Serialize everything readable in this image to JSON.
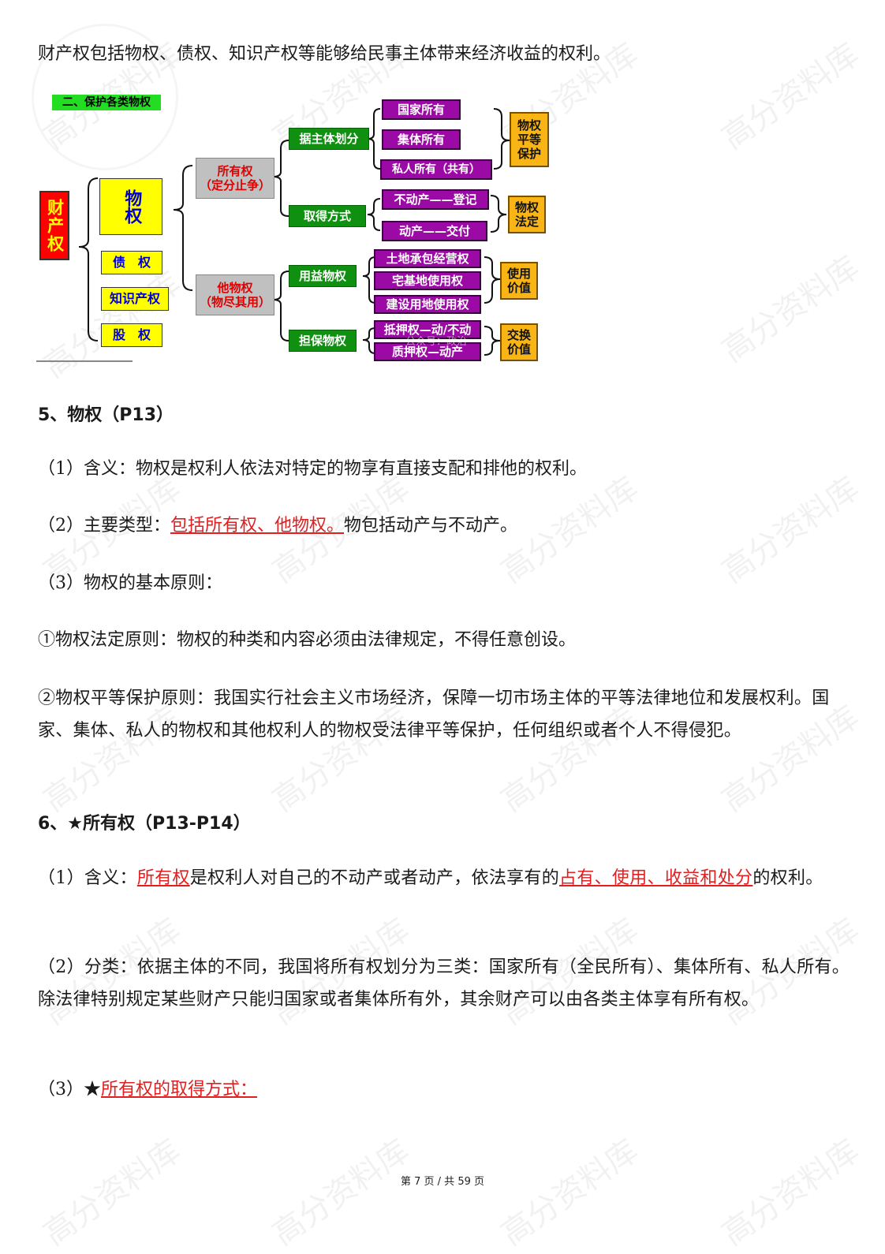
{
  "watermark": "高分资料库",
  "intro": "财产权包括物权、债权、知识产权等能够给民事主体带来经济收益的权利。",
  "diagram": {
    "title": "二、保护各类物权",
    "root": "财产权",
    "level1": [
      "物权",
      "债　权",
      "知识产权",
      "股　权"
    ],
    "ownership": "所有权\n（定分止争）",
    "other_rights": "他物权\n（物尽其用）",
    "by_subject": "据主体划分",
    "acquisition": "取得方式",
    "usufruct": "用益物权",
    "security": "担保物权",
    "subjects": [
      "国家所有",
      "集体所有",
      "私人所有（共有）"
    ],
    "acq_items": [
      "不动产——登记",
      "动产——交付"
    ],
    "usufruct_items": [
      "土地承包经营权",
      "宅基地使用权",
      "建设用地使用权"
    ],
    "security_items": [
      "抵押权—动/不动",
      "质押权—动产"
    ],
    "notes": [
      "物权\n平等\n保护",
      "物权\n法定",
      "使用\n价值",
      "交换\n价值"
    ],
    "overlay": "公众号：政治"
  },
  "sec5": {
    "heading": "5、物权（P13）",
    "p1": "（1）含义：物权是权利人依法对特定的物享有直接支配和排他的权利。",
    "p2_a": "（2）主要类型：",
    "p2_red": "包括所有权、他物权。",
    "p2_b": "物包括动产与不动产。",
    "p3": "（3）物权的基本原则：",
    "p4": "①物权法定原则：物权的种类和内容必须由法律规定，不得任意创设。",
    "p5": "②物权平等保护原则：我国实行社会主义市场经济，保障一切市场主体的平等法律地位和发展权利。国家、集体、私人的物权和其他权利人的物权受法律平等保护，任何组织或者个人不得侵犯。"
  },
  "sec6": {
    "heading": "6、★所有权（P13-P14）",
    "p1_a": "（1）含义：",
    "p1_red1": "所有权",
    "p1_b": "是权利人对自己的不动产或者动产，依法享有的",
    "p1_red2": "占有、使用、收益和处分",
    "p1_c": "的权利。",
    "p2": "（2）分类：依据主体的不同，我国将所有权划分为三类：国家所有（全民所有）、集体所有、私人所有。除法律特别规定某些财产只能归国家或者集体所有外，其余财产可以由各类主体享有所有权。",
    "p3_a": "（3）★",
    "p3_red": "所有权的取得方式："
  },
  "footer": "第 7 页 / 共 59 页"
}
